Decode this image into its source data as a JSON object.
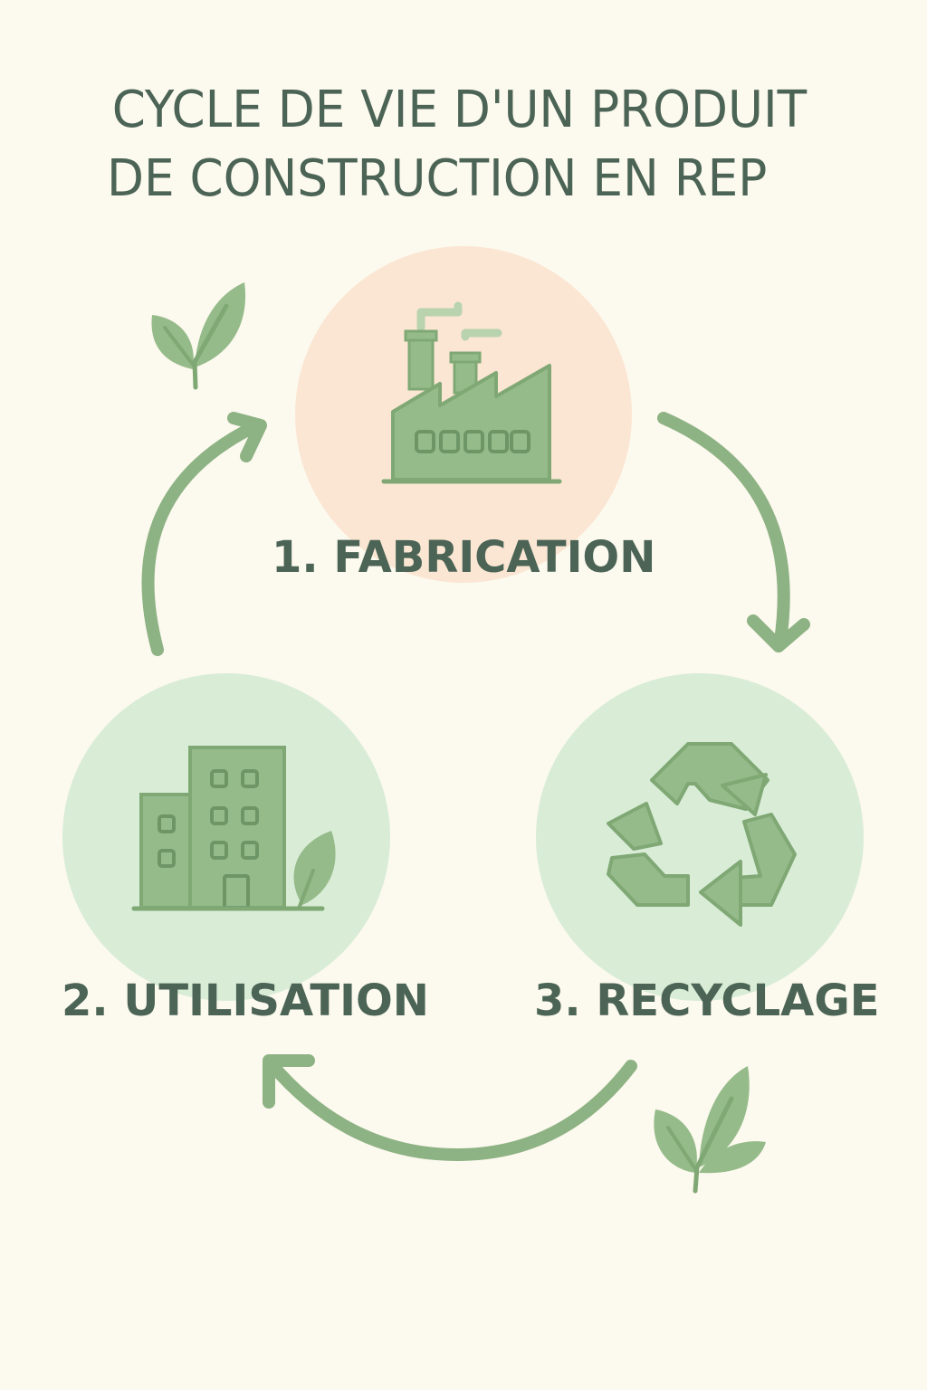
{
  "title": {
    "line1": "CYCLE DE VIE D'UN PRODUIT",
    "line2": "DE CONSTRUCTION EN REP"
  },
  "steps": [
    {
      "label": "1. FABRICATION",
      "icon": "factory-icon",
      "circle_color": "#fbe6d3"
    },
    {
      "label": "2. UTILISATION",
      "icon": "building-icon",
      "circle_color": "#d8ecd6"
    },
    {
      "label": "3. RECYCLAGE",
      "icon": "recycle-icon",
      "circle_color": "#d8ecd6"
    }
  ],
  "colors": {
    "background": "#fcf9ee",
    "icon_green": "#96bb8a",
    "icon_stroke": "#7fa875",
    "arrow_green": "#8db283",
    "text": "#4b6455"
  }
}
